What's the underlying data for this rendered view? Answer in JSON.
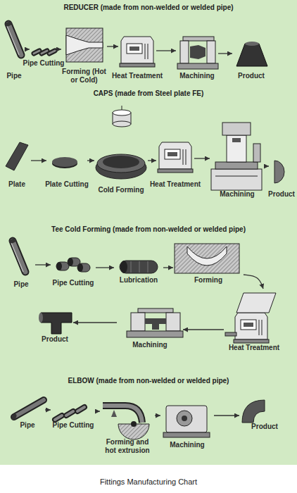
{
  "diagram": {
    "caption": "Fittings Manufacturing Chart",
    "nodes": [
      {
        "text": [
          "Pipe"
        ]
      },
      {
        "text": [
          "Pipe Cutting"
        ]
      },
      {
        "text": [
          "Forming (Hot or Cold)"
        ]
      },
      {
        "text": [
          "Heat Treatment"
        ]
      },
      {
        "text": [
          "Machining"
        ]
      },
      {
        "text": [
          "Product"
        ]
      },
      {
        "text": [
          "Plate"
        ]
      },
      {
        "text": [
          "Plate Cutting"
        ]
      },
      {
        "text": [
          "Cold Forming"
        ]
      },
      {
        "text": [
          "Heat Treatment"
        ]
      },
      {
        "text": [
          "Machining"
        ]
      },
      {
        "text": [
          "Product"
        ]
      },
      {
        "text": [
          "Pipe"
        ]
      },
      {
        "text": [
          "Pipe Cutting"
        ]
      },
      {
        "text": [
          "Lubrication"
        ]
      },
      {
        "text": [
          "Forming"
        ]
      },
      {
        "text": [
          "Heat Treatment"
        ]
      },
      {
        "text": [
          "Machining"
        ]
      },
      {
        "text": [
          "Product"
        ]
      },
      {
        "text": [
          "Pipe"
        ]
      },
      {
        "text": [
          "Pipe Cutting"
        ]
      },
      {
        "text": [
          "Forming and hot extrusion"
        ]
      },
      {
        "text": [
          "Machining"
        ]
      },
      {
        "text": [
          "Product"
        ]
      }
    ],
    "edges": [
      {
        "from": 0,
        "to": 1,
        "arrow": "to"
      },
      {
        "from": 1,
        "to": 2,
        "arrow": "to"
      },
      {
        "from": 2,
        "to": 3,
        "arrow": "to"
      },
      {
        "from": 3,
        "to": 4,
        "arrow": "to"
      },
      {
        "from": 4,
        "to": 5,
        "arrow": "to"
      },
      {
        "from": 6,
        "to": 7,
        "arrow": "to"
      },
      {
        "from": 7,
        "to": 8,
        "arrow": "to"
      },
      {
        "from": 8,
        "to": 9,
        "arrow": "to"
      },
      {
        "from": 9,
        "to": 10,
        "arrow": "to"
      },
      {
        "from": 10,
        "to": 11,
        "arrow": "to"
      },
      {
        "from": 12,
        "to": 13,
        "arrow": "to"
      },
      {
        "from": 13,
        "to": 14,
        "arrow": "to"
      },
      {
        "from": 14,
        "to": 15,
        "arrow": "to"
      },
      {
        "from": 15,
        "to": 16,
        "arrow": "to"
      },
      {
        "from": 16,
        "to": 17,
        "arrow": "to"
      },
      {
        "from": 17,
        "to": 18,
        "arrow": "to"
      },
      {
        "from": 19,
        "to": 20,
        "arrow": "to"
      },
      {
        "from": 20,
        "to": 21,
        "arrow": "to"
      },
      {
        "from": 21,
        "to": 22,
        "arrow": "to"
      },
      {
        "from": 22,
        "to": 23,
        "arrow": "to"
      }
    ],
    "labels": [
      "REDUCER (made from non-welded or welded pipe)",
      "CAPS (made from Steel plate FE)",
      "Tee Cold Forming (made from non-welded or welded pipe)",
      "ELBOW (made from non-welded or welded pipe)"
    ]
  }
}
